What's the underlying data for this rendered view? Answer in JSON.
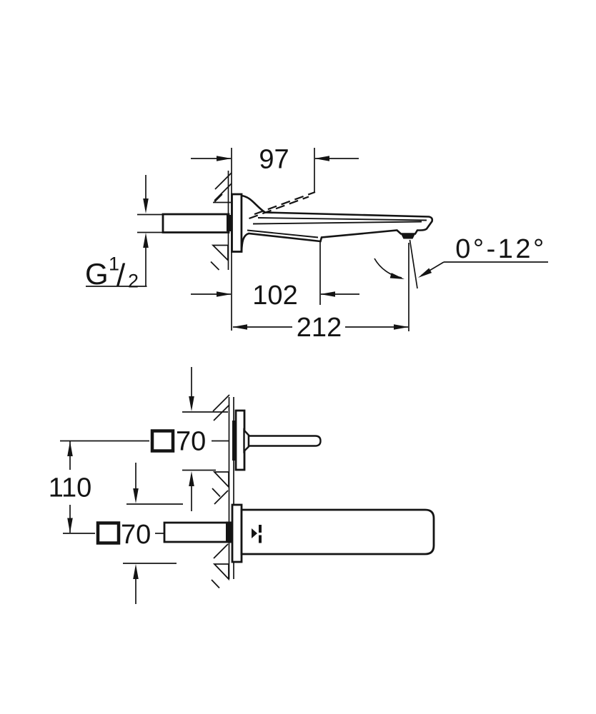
{
  "drawing": {
    "background_color": "#ffffff",
    "line_color": "#141414",
    "side_view": {
      "dim_raised_projection": "97",
      "dim_body_length": "102",
      "dim_spout_length": "212",
      "angle_range": "0°-12°",
      "thread_label": {
        "letter": "G",
        "numerator": "1",
        "slash": "/",
        "denominator": "2"
      }
    },
    "plan_view": {
      "dim_center_distance": "110",
      "square_symbol": "□",
      "handle_escutcheon_size": "70",
      "spout_escutcheon_size": "70"
    }
  }
}
